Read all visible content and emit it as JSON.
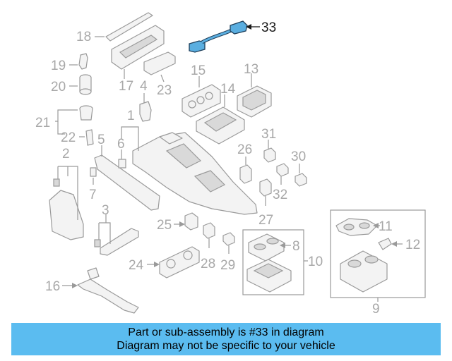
{
  "diagram": {
    "highlighted_part": "33",
    "callouts": [
      "1",
      "2",
      "3",
      "4",
      "5",
      "6",
      "7",
      "8",
      "9",
      "10",
      "11",
      "12",
      "13",
      "14",
      "15",
      "16",
      "17",
      "18",
      "19",
      "20",
      "21",
      "22",
      "23",
      "24",
      "25",
      "26",
      "27",
      "28",
      "29",
      "30",
      "31",
      "32",
      "33"
    ]
  },
  "banner": {
    "line1": "Part or sub-assembly is #33 in diagram",
    "line2": "Diagram may not be specific to your vehicle"
  },
  "colors": {
    "highlight": "#5aaee0",
    "banner": "#5bbcf0",
    "line_art": "#9a9a9a"
  }
}
